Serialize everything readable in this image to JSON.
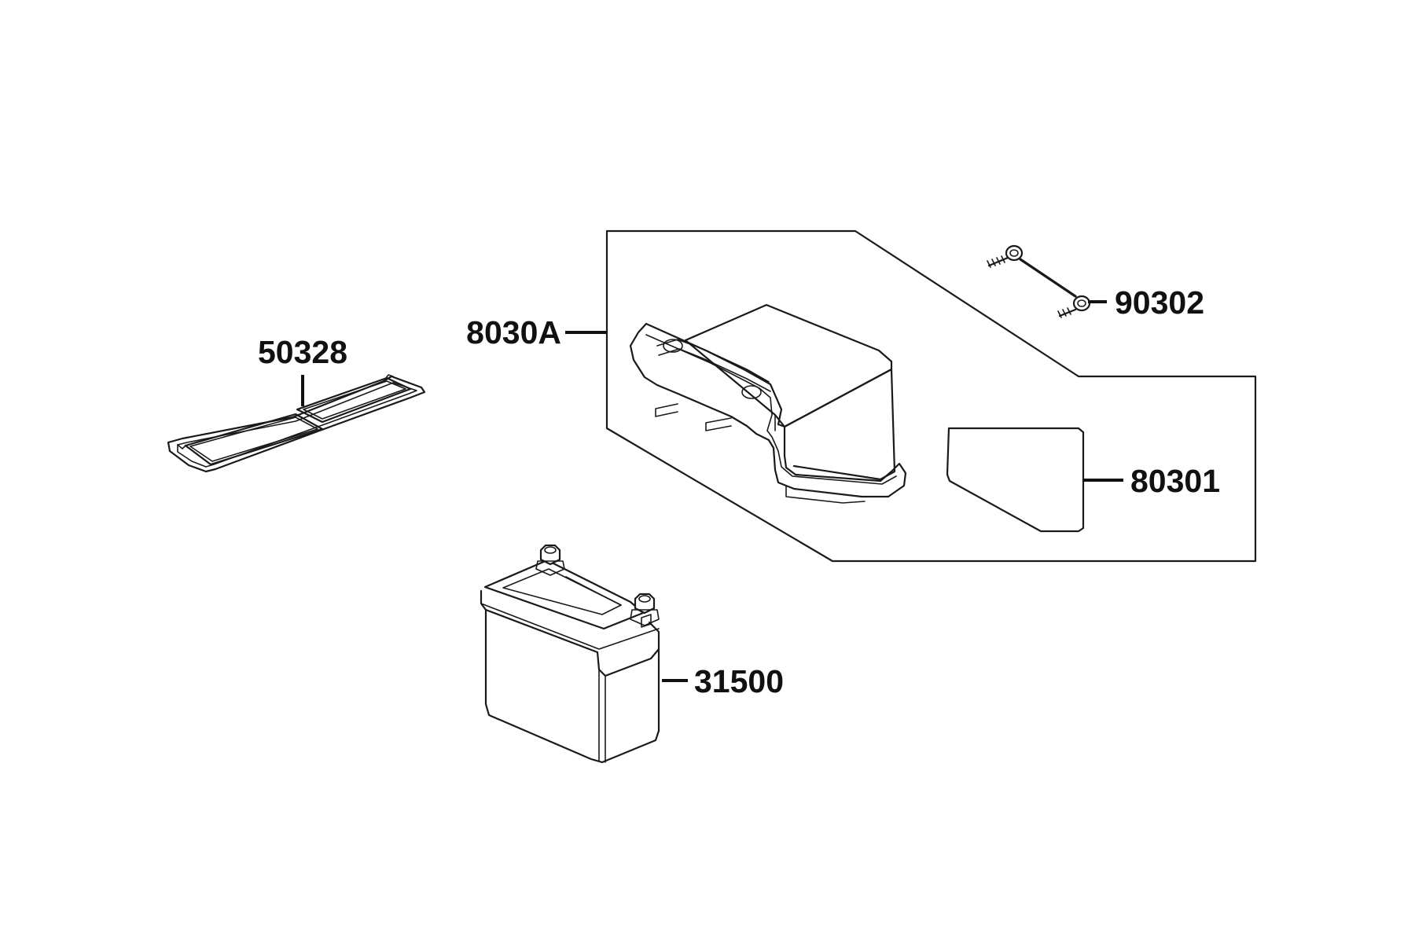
{
  "diagram": {
    "type": "exploded-parts-diagram",
    "background_color": "#ffffff",
    "line_color": "#1a1a1a",
    "parts": [
      {
        "id": "50328",
        "label": "50328",
        "depicts": "battery-mat-strap"
      },
      {
        "id": "8030A",
        "label": "8030A",
        "depicts": "battery-cover-assembly"
      },
      {
        "id": "90302",
        "label": "90302",
        "depicts": "bolt-pair"
      },
      {
        "id": "80301",
        "label": "80301",
        "depicts": "pad"
      },
      {
        "id": "31500",
        "label": "31500",
        "depicts": "battery"
      }
    ]
  }
}
